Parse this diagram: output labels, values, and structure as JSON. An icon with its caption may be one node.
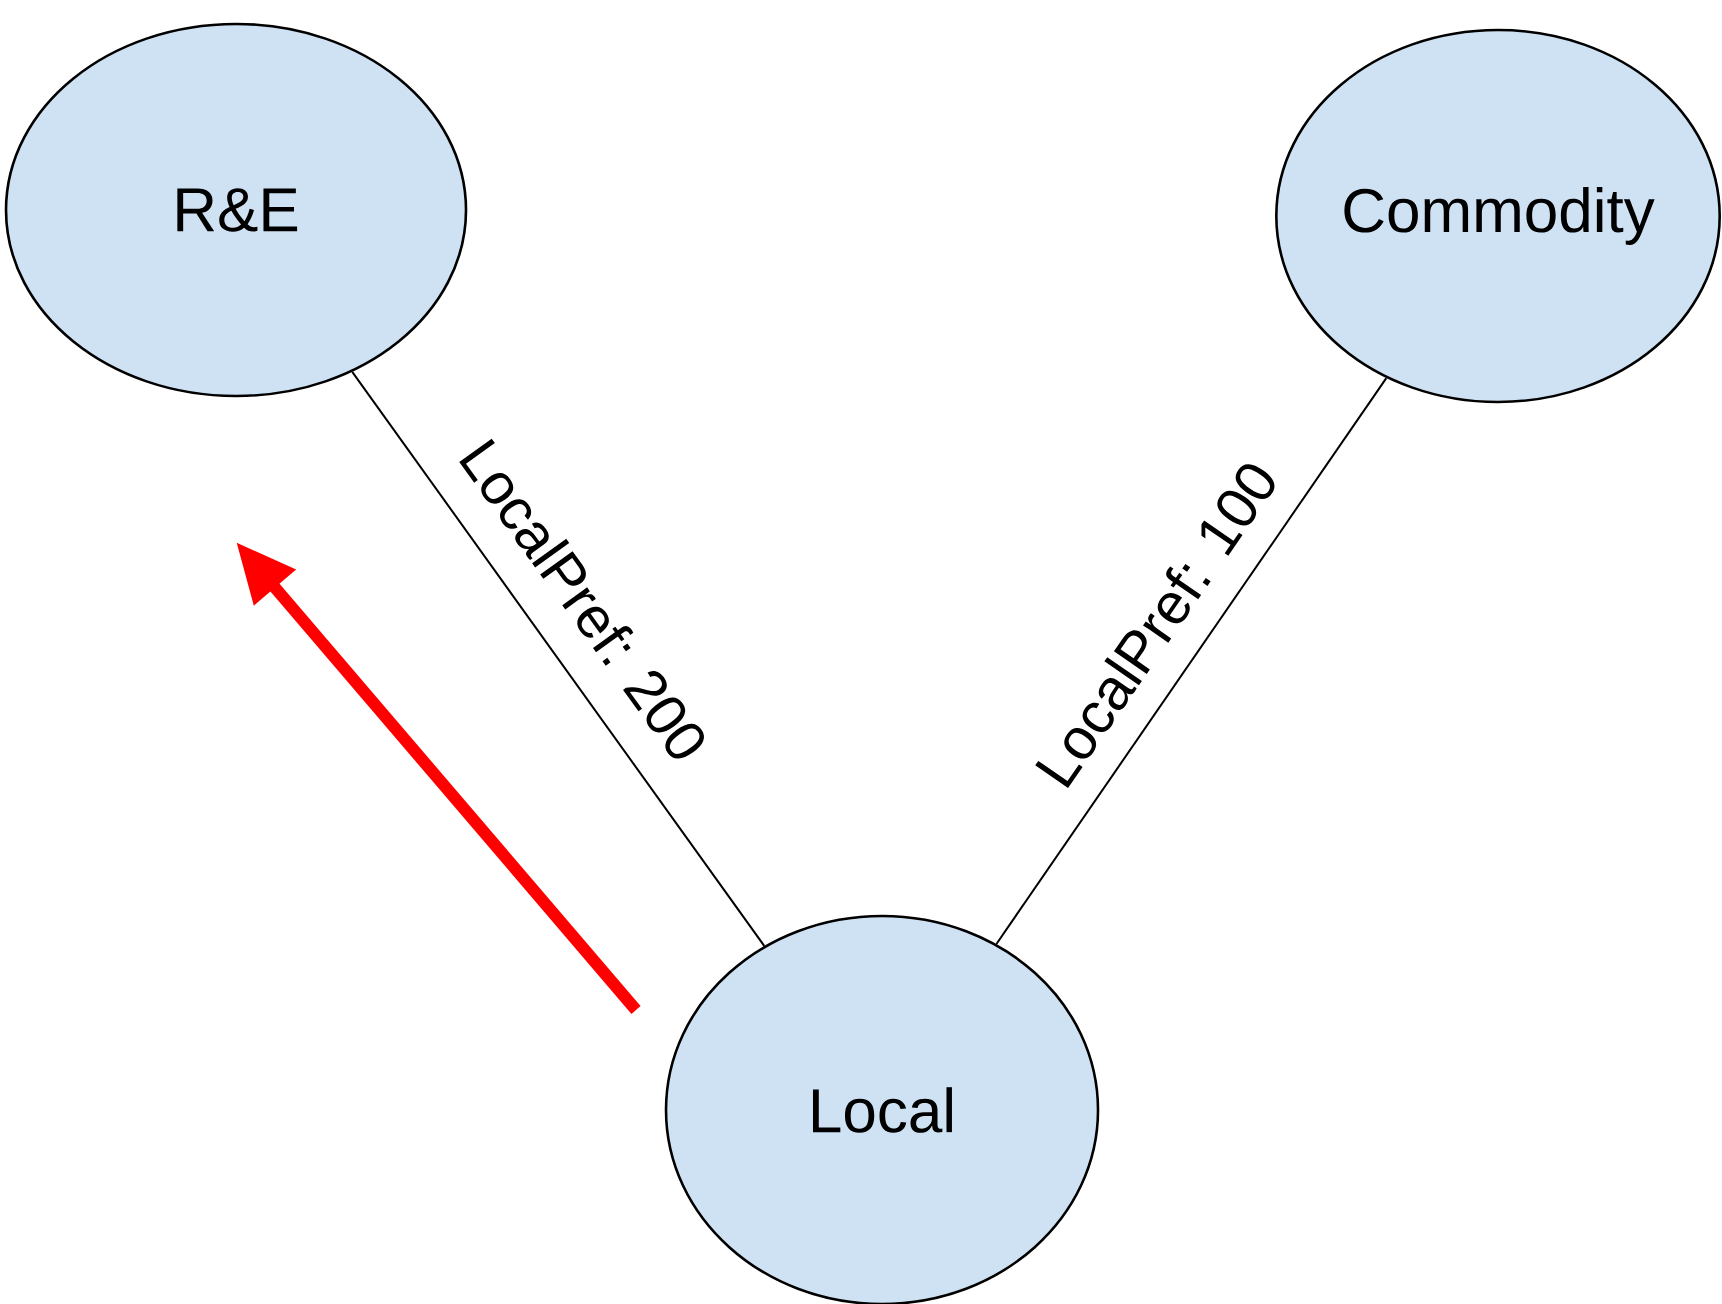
{
  "diagram": {
    "nodes": [
      {
        "text": [
          "R&E"
        ]
      },
      {
        "text": [
          "Commodity"
        ]
      },
      {
        "text": [
          "Local"
        ]
      }
    ],
    "edges": [
      {
        "from": 0,
        "to": 2,
        "arrow": "none",
        "label": "LocalPref: 200"
      },
      {
        "from": 1,
        "to": 2,
        "arrow": "none",
        "label": "LocalPref: 100"
      }
    ]
  }
}
